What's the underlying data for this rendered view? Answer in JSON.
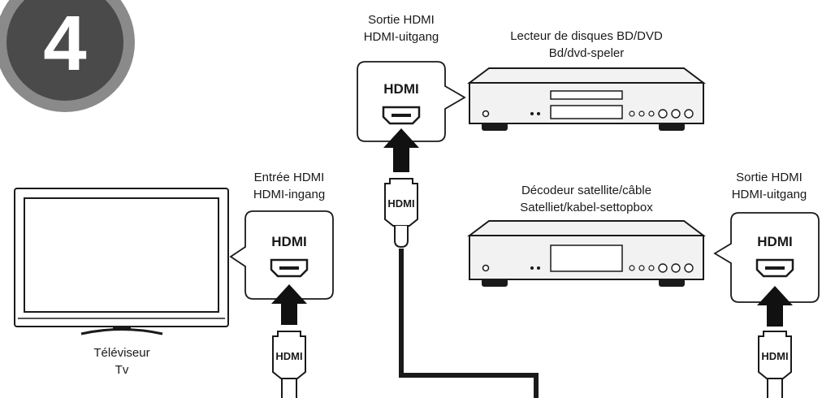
{
  "step_badge": {
    "number": "4"
  },
  "tv": {
    "line1": "Téléviseur",
    "line2": "Tv"
  },
  "tv_input": {
    "line1": "Entrée HDMI",
    "line2": "HDMI-ingang",
    "port_label": "HDMI"
  },
  "bd_output": {
    "line1": "Sortie HDMI",
    "line2": "HDMI-uitgang",
    "port_label": "HDMI"
  },
  "bd_player": {
    "line1": "Lecteur de disques BD/DVD",
    "line2": "Bd/dvd-speler"
  },
  "set_top_box": {
    "line1": "Décodeur satellite/câble",
    "line2": "Satelliet/kabel-settopbox"
  },
  "stb_output": {
    "line1": "Sortie HDMI",
    "line2": "HDMI-uitgang",
    "port_label": "HDMI"
  },
  "cables": {
    "plug_label": "HDMI"
  },
  "colors": {
    "badge_ring": "#8a8a8a",
    "badge_fill": "#4a4a4a",
    "line": "#1a1a1a",
    "device_fill": "#f2f2f2"
  }
}
